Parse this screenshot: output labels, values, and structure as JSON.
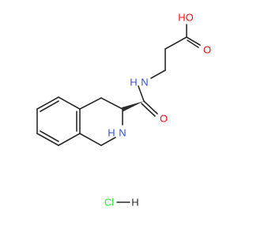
{
  "molecule": {
    "atom_labels": {
      "hydroxyl_o": "HO",
      "carbonyl_o_acid": "O",
      "amide_n": "N",
      "amide_n_h": "H",
      "carbonyl_o_amide": "O",
      "ring_n": "N",
      "ring_n_h": "H",
      "chlorine": "Cl",
      "hydrogen": "H"
    },
    "colors": {
      "bond": "#2b2b2b",
      "oxygen": "#ff0d0d",
      "nitrogen": "#3050f8",
      "chlorine": "#1ff01f",
      "hydrogen": "#2b2b2b"
    }
  }
}
